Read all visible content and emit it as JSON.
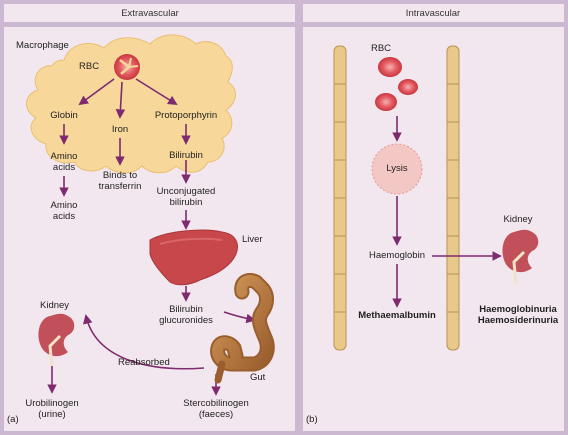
{
  "panels": {
    "left_header": "Extravascular",
    "right_header": "Intravascular",
    "left_tag": "(a)",
    "right_tag": "(b)"
  },
  "extravascular": {
    "macrophage": "Macrophage",
    "rbc": "RBC",
    "globin": "Globin",
    "iron": "Iron",
    "protoporphyrin": "Protoporphyrin",
    "amino_acids_inside_1": "Amino",
    "amino_acids_inside_2": "acids",
    "binds_1": "Binds to",
    "binds_2": "transferrin",
    "bilirubin": "Bilirubin",
    "amino_acids_out_1": "Amino",
    "amino_acids_out_2": "acids",
    "unconj_1": "Unconjugated",
    "unconj_2": "bilirubin",
    "liver": "Liver",
    "gluc_1": "Bilirubin",
    "gluc_2": "glucuronides",
    "kidney": "Kidney",
    "reabsorbed": "Reabsorbed",
    "gut": "Gut",
    "uro_1": "Urobilinogen",
    "uro_2": "(urine)",
    "sterco_1": "Stercobilinogen",
    "sterco_2": "(faeces)"
  },
  "intravascular": {
    "rbc": "RBC",
    "lysis": "Lysis",
    "haemoglobin": "Haemoglobin",
    "methaemalbumin": "Methaemalbumin",
    "kidney": "Kidney",
    "out_1": "Haemoglobinuria",
    "out_2": "Haemosiderinuria"
  },
  "colors": {
    "frame": "#b79cc0",
    "panel_bg": "#f3e7ef",
    "macrophage": "#f7d89a",
    "arrow": "#7d2a6e",
    "rbc": "#e0595f",
    "liver": "#c8474a",
    "gut": "#b97a42",
    "kidney": "#c1505a",
    "vessel": "#e8c98a"
  }
}
